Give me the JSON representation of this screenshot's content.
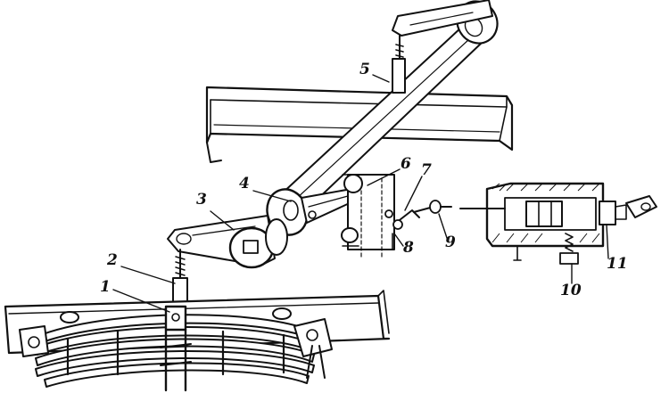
{
  "labels": {
    "l1": "1",
    "l2": "2",
    "l3": "3",
    "l4": "4",
    "l5": "5",
    "l6": "6",
    "l7": "7",
    "l8": "8",
    "l9": "9",
    "l10": "10",
    "l11": "11"
  },
  "colors": {
    "ink": "#111111",
    "paper": "#ffffff"
  }
}
